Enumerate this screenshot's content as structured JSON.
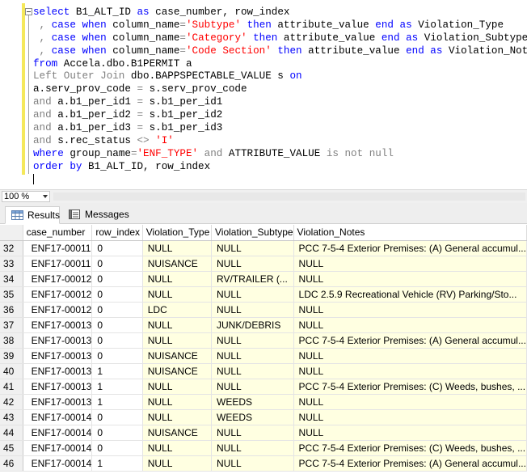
{
  "editor": {
    "lines": [
      [
        {
          "t": "select",
          "c": "kw"
        },
        {
          "t": " B1_ALT_ID ",
          "c": ""
        },
        {
          "t": "as",
          "c": "kw"
        },
        {
          "t": " case_number, row_index",
          "c": ""
        }
      ],
      [
        {
          "t": " , ",
          "c": "gray"
        },
        {
          "t": "case when",
          "c": "kw"
        },
        {
          "t": " column_name",
          "c": ""
        },
        {
          "t": "=",
          "c": "gray"
        },
        {
          "t": "'Subtype'",
          "c": "str"
        },
        {
          "t": " ",
          "c": ""
        },
        {
          "t": "then",
          "c": "kw"
        },
        {
          "t": " attribute_value ",
          "c": ""
        },
        {
          "t": "end as",
          "c": "kw"
        },
        {
          "t": " Violation_Type",
          "c": ""
        }
      ],
      [
        {
          "t": " , ",
          "c": "gray"
        },
        {
          "t": "case when",
          "c": "kw"
        },
        {
          "t": " column_name",
          "c": ""
        },
        {
          "t": "=",
          "c": "gray"
        },
        {
          "t": "'Category'",
          "c": "str"
        },
        {
          "t": " ",
          "c": ""
        },
        {
          "t": "then",
          "c": "kw"
        },
        {
          "t": " attribute_value ",
          "c": ""
        },
        {
          "t": "end as",
          "c": "kw"
        },
        {
          "t": " Violation_Subtype",
          "c": ""
        }
      ],
      [
        {
          "t": " , ",
          "c": "gray"
        },
        {
          "t": "case when",
          "c": "kw"
        },
        {
          "t": " column_name",
          "c": ""
        },
        {
          "t": "=",
          "c": "gray"
        },
        {
          "t": "'Code Section'",
          "c": "str"
        },
        {
          "t": " ",
          "c": ""
        },
        {
          "t": "then",
          "c": "kw"
        },
        {
          "t": " attribute_value ",
          "c": ""
        },
        {
          "t": "end as",
          "c": "kw"
        },
        {
          "t": " Violation_Notes",
          "c": ""
        }
      ],
      [
        {
          "t": "from",
          "c": "kw"
        },
        {
          "t": " Accela.dbo.B1PERMIT a",
          "c": ""
        }
      ],
      [
        {
          "t": "Left Outer Join",
          "c": "gray"
        },
        {
          "t": " dbo.BAPPSPECTABLE_VALUE s ",
          "c": ""
        },
        {
          "t": "on",
          "c": "kw"
        }
      ],
      [
        {
          "t": "a.serv_prov_code ",
          "c": ""
        },
        {
          "t": "=",
          "c": "gray"
        },
        {
          "t": " s.serv_prov_code",
          "c": ""
        }
      ],
      [
        {
          "t": "and",
          "c": "gray"
        },
        {
          "t": " a.b1_per_id1 ",
          "c": ""
        },
        {
          "t": "=",
          "c": "gray"
        },
        {
          "t": " s.b1_per_id1",
          "c": ""
        }
      ],
      [
        {
          "t": "and",
          "c": "gray"
        },
        {
          "t": " a.b1_per_id2 ",
          "c": ""
        },
        {
          "t": "=",
          "c": "gray"
        },
        {
          "t": " s.b1_per_id2",
          "c": ""
        }
      ],
      [
        {
          "t": "and",
          "c": "gray"
        },
        {
          "t": " a.b1_per_id3 ",
          "c": ""
        },
        {
          "t": "=",
          "c": "gray"
        },
        {
          "t": " s.b1_per_id3",
          "c": ""
        }
      ],
      [
        {
          "t": "and",
          "c": "gray"
        },
        {
          "t": " s.rec_status ",
          "c": ""
        },
        {
          "t": "<>",
          "c": "gray"
        },
        {
          "t": " ",
          "c": ""
        },
        {
          "t": "'I'",
          "c": "str"
        }
      ],
      [
        {
          "t": "where",
          "c": "kw"
        },
        {
          "t": " group_name",
          "c": ""
        },
        {
          "t": "=",
          "c": "gray"
        },
        {
          "t": "'ENF_TYPE'",
          "c": "str"
        },
        {
          "t": " ",
          "c": ""
        },
        {
          "t": "and",
          "c": "gray"
        },
        {
          "t": " ATTRIBUTE_VALUE ",
          "c": ""
        },
        {
          "t": "is not null",
          "c": "gray"
        }
      ],
      [
        {
          "t": "order by",
          "c": "kw"
        },
        {
          "t": " B1_ALT_ID, row_index",
          "c": ""
        }
      ],
      []
    ]
  },
  "zoom": {
    "value": "100 %"
  },
  "tabs": {
    "results": "Results",
    "messages": "Messages"
  },
  "grid": {
    "columns": [
      "case_number",
      "row_index",
      "Violation_Type",
      "Violation_Subtype",
      "Violation_Notes"
    ],
    "rows": [
      [
        "32",
        "ENF17-00011",
        "0",
        "NULL",
        "NULL",
        "PCC 7-5-4 Exterior Premises: (A) General accumul..."
      ],
      [
        "33",
        "ENF17-00011",
        "0",
        "NUISANCE",
        "NULL",
        "NULL"
      ],
      [
        "34",
        "ENF17-00012",
        "0",
        "NULL",
        "RV/TRAILER (...",
        "NULL"
      ],
      [
        "35",
        "ENF17-00012",
        "0",
        "NULL",
        "NULL",
        "LDC 2.5.9 Recreational Vehicle (RV) Parking/Sto..."
      ],
      [
        "36",
        "ENF17-00012",
        "0",
        "LDC",
        "NULL",
        "NULL"
      ],
      [
        "37",
        "ENF17-00013",
        "0",
        "NULL",
        "JUNK/DEBRIS",
        "NULL"
      ],
      [
        "38",
        "ENF17-00013",
        "0",
        "NULL",
        "NULL",
        "PCC 7-5-4 Exterior Premises: (A) General accumul..."
      ],
      [
        "39",
        "ENF17-00013",
        "0",
        "NUISANCE",
        "NULL",
        "NULL"
      ],
      [
        "40",
        "ENF17-00013",
        "1",
        "NUISANCE",
        "NULL",
        "NULL"
      ],
      [
        "41",
        "ENF17-00013",
        "1",
        "NULL",
        "NULL",
        "PCC 7-5-4 Exterior Premises: (C) Weeds, bushes, ..."
      ],
      [
        "42",
        "ENF17-00013",
        "1",
        "NULL",
        "WEEDS",
        "NULL"
      ],
      [
        "43",
        "ENF17-00014",
        "0",
        "NULL",
        "WEEDS",
        "NULL"
      ],
      [
        "44",
        "ENF17-00014",
        "0",
        "NUISANCE",
        "NULL",
        "NULL"
      ],
      [
        "45",
        "ENF17-00014",
        "0",
        "NULL",
        "NULL",
        "PCC 7-5-4 Exterior Premises: (C) Weeds, bushes, ..."
      ],
      [
        "46",
        "ENF17-00014",
        "1",
        "NULL",
        "NULL",
        "PCC 7-5-4 Exterior Premises: (A) General accumul..."
      ]
    ]
  }
}
